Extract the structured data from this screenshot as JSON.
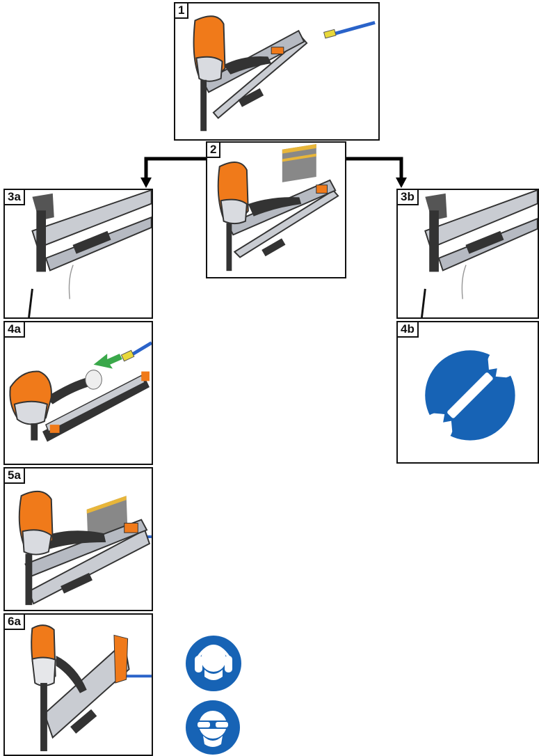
{
  "steps": {
    "s1": "1",
    "s2": "2",
    "s3a": "3a",
    "s3b": "3b",
    "s4a": "4a",
    "s4b": "4b",
    "s5a": "5a",
    "s6a": "6a"
  },
  "icons": {
    "wrench": "wrench-icon",
    "ear_protection": "ear-protection-icon",
    "eye_protection": "eye-protection-icon"
  },
  "colors": {
    "tool_orange": "#f07a1a",
    "safety_blue": "#1763b5",
    "hose_blue": "#2a63c9",
    "arrow_green": "#3aa84a",
    "strip_yellow": "#e8b63a"
  }
}
